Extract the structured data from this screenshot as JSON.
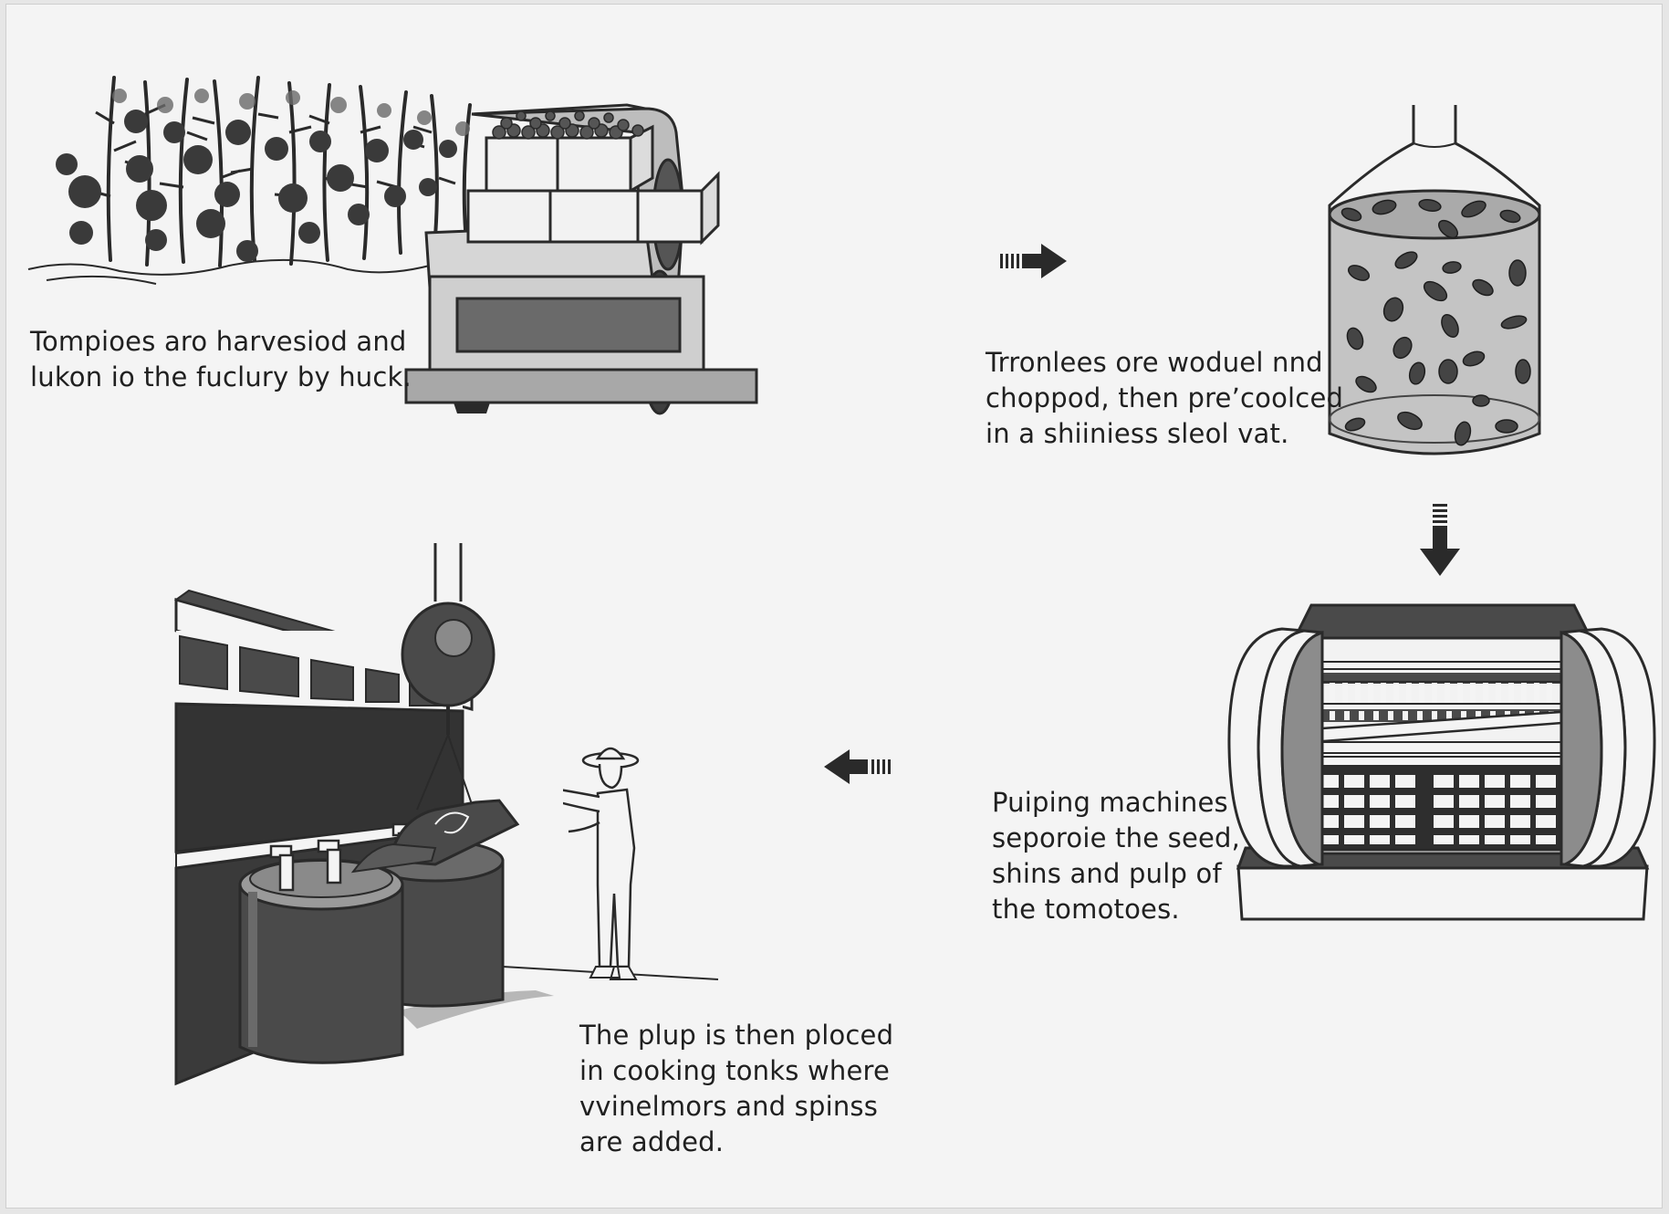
{
  "steps": [
    {
      "lines": [
        "Tompioes aro harvesiod and",
        "lukon io the fuclury by huck."
      ]
    },
    {
      "lines": [
        "Trronlees ore woduel nnd",
        "choppod, then pre’coolced",
        "in a shiiniess sleol vat."
      ]
    },
    {
      "lines": [
        "Puiping machines",
        "seporoie the seed,",
        "shins and pulp of",
        "the tomotoes."
      ]
    },
    {
      "lines": [
        "The plup is then ploced",
        "in cooking tonks where",
        "vvinelmors and spinss",
        "are added."
      ]
    }
  ],
  "icons": {
    "field": "tomato-plants-icon",
    "truck": "truck-icon",
    "vat": "steel-vat-icon",
    "pulper": "pulping-machine-icon",
    "tanks": "cooking-tanks-icon",
    "worker": "worker-icon"
  },
  "colors": {
    "background": "#f4f4f4",
    "ink": "#202020",
    "dark_fill": "#4a4a4a",
    "mid_fill": "#8a8a8a"
  }
}
